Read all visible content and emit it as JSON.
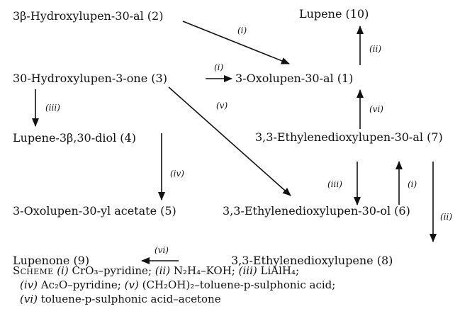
{
  "compounds": {
    "c2": "3β-Hydroxylupen-30-al (2)",
    "c10": "Lupene (10)",
    "c3": "30-Hydroxylupen-3-one (3)",
    "c1": "3-Oxolupen-30-al (1)",
    "c4": "Lupene-3β,30-diol (4)",
    "c7": "3,3-Ethylenedioxylupen-30-al (7)",
    "c5": "3-Oxolupen-30-yl acetate (5)",
    "c6": "3,3-Ethylenedioxylupen-30-ol (6)",
    "c9": "Lupenone (9)",
    "c8": "3,3-Ethylenedioxylupene (8)"
  },
  "reaction_labels": {
    "i": "(i)",
    "ii": "(ii)",
    "iii": "(iii)",
    "iv": "(iv)",
    "v": "(v)",
    "vi": "(vi)"
  },
  "scheme": {
    "title": "Scheme",
    "reagents": [
      {
        "label": "(i)",
        "text": "CrO₃–pyridine;"
      },
      {
        "label": "(ii)",
        "text": "N₂H₄–KOH;"
      },
      {
        "label": "(iii)",
        "text": "LiAlH₄;"
      },
      {
        "label": "(iv)",
        "text": "Ac₂O–pyridine;"
      },
      {
        "label": "(v)",
        "text": "(CH₂OH)₂–toluene-p-sulphonic acid;"
      },
      {
        "label": "(vi)",
        "text": "toluene-p-sulphonic acid–acetone"
      }
    ]
  }
}
